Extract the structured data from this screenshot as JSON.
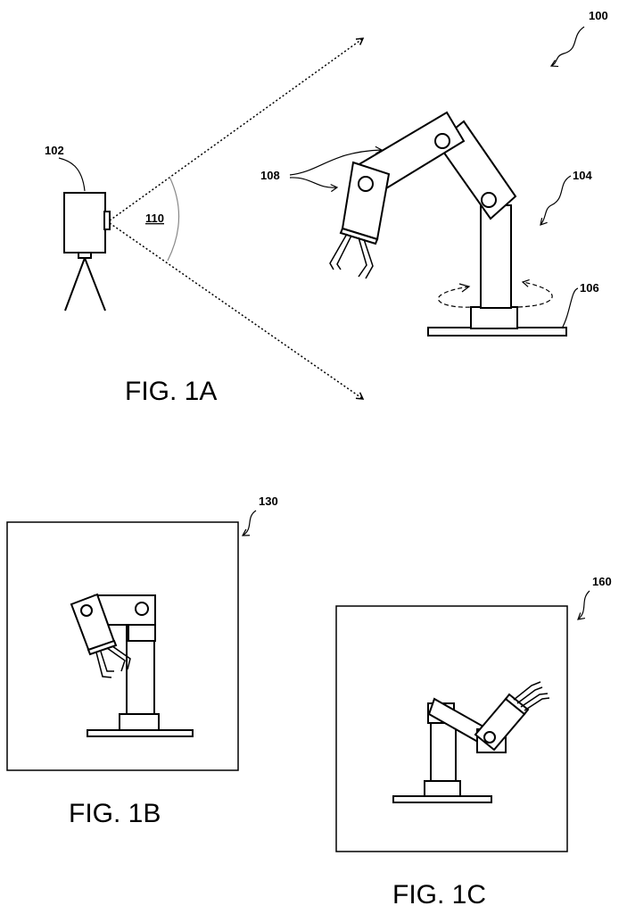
{
  "figures": {
    "fig1a": {
      "caption": "FIG. 1A",
      "refs": {
        "system": "100",
        "camera": "102",
        "robot": "104",
        "base": "106",
        "end_effector": "108",
        "field_of_view": "110"
      }
    },
    "fig1b": {
      "caption": "FIG. 1B",
      "refs": {
        "image": "130"
      }
    },
    "fig1c": {
      "caption": "FIG. 1C",
      "refs": {
        "image": "160"
      }
    }
  }
}
